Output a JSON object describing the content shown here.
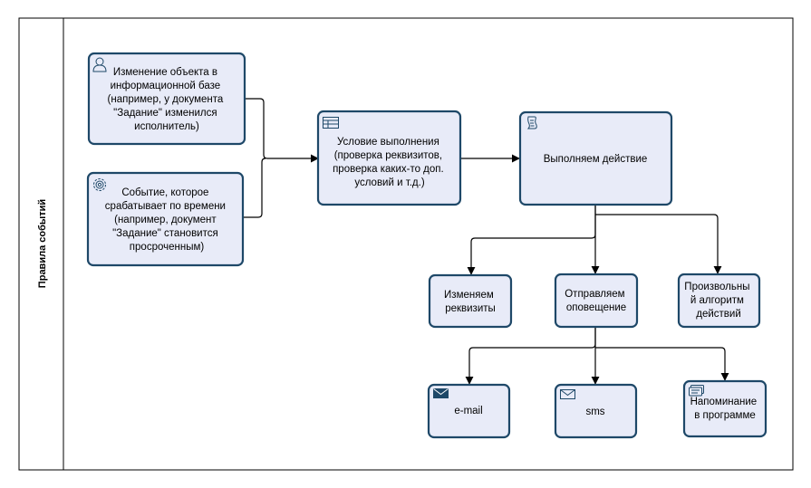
{
  "pool": {
    "title": "Правила событий"
  },
  "nodes": {
    "object_change": {
      "lines": [
        "Изменение объекта в",
        "информационной базе",
        "(например, у документа",
        "\"Задание\" изменился",
        "исполнитель)"
      ],
      "icon": "user-icon"
    },
    "timer_event": {
      "lines": [
        "Событие, которое",
        "срабатывает по времени",
        "(например, документ",
        "\"Задание\" становится",
        "просроченным)"
      ],
      "icon": "gear-icon"
    },
    "condition": {
      "lines": [
        "Условие выполнения",
        "(проверка реквизитов,",
        "проверка каких-то доп.",
        "условий и т.д.)"
      ],
      "icon": "table-icon"
    },
    "action": {
      "lines": [
        "Выполняем действие"
      ],
      "icon": "script-icon"
    },
    "change_attributes": {
      "lines": [
        "Изменяем",
        "реквизиты"
      ]
    },
    "send_notification": {
      "lines": [
        "Отправляем",
        "оповещение"
      ]
    },
    "custom_algorithm": {
      "lines": [
        "Произвольны",
        "й алгоритм",
        "действий"
      ]
    },
    "email": {
      "lines": [
        "e-mail"
      ],
      "icon": "envelope-filled-icon"
    },
    "sms": {
      "lines": [
        "sms"
      ],
      "icon": "envelope-outline-icon"
    },
    "reminder": {
      "lines": [
        "Напоминание",
        "в программе"
      ],
      "icon": "message-icon"
    }
  },
  "colors": {
    "box_fill": "#e8ebf8",
    "box_stroke": "#1e4868"
  }
}
